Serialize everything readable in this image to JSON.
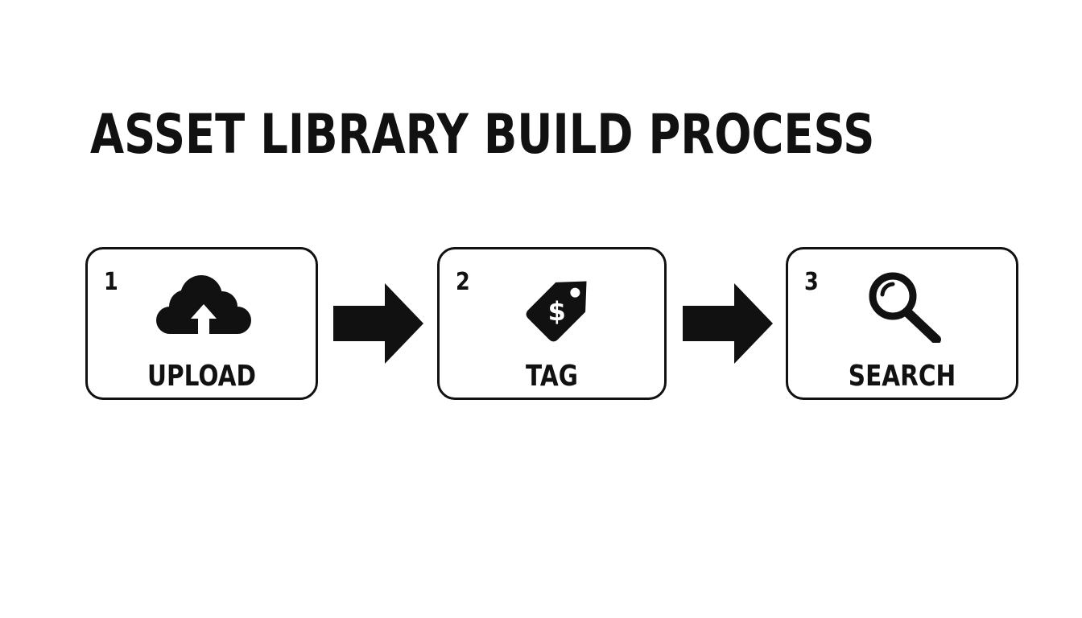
{
  "title": "ASSET LIBRARY BUILD PROCESS",
  "steps": [
    {
      "number": "1",
      "label": "UPLOAD",
      "icon": "cloud-upload-icon"
    },
    {
      "number": "2",
      "label": "TAG",
      "icon": "price-tag-icon"
    },
    {
      "number": "3",
      "label": "SEARCH",
      "icon": "magnifier-icon"
    }
  ],
  "tag_symbol": "$",
  "colors": {
    "ink": "#111111",
    "background": "#ffffff"
  }
}
